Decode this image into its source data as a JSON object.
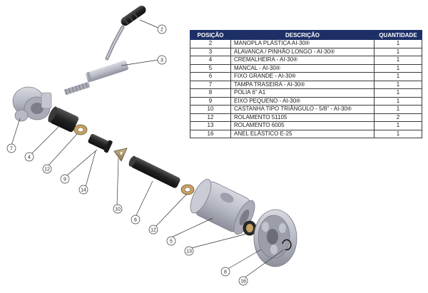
{
  "table": {
    "headers": {
      "position": "POSIÇÃO",
      "description": "DESCRIÇÃO",
      "quantity": "QUANTIDADE"
    },
    "rows": [
      {
        "pos": "2",
        "desc": "MANOPLA PLÁSTICA AI-30®",
        "qty": "1"
      },
      {
        "pos": "3",
        "desc": "ALAVANCA / PINHÃO LONGO - AI-30®",
        "qty": "1"
      },
      {
        "pos": "4",
        "desc": "CREMALHEIRA - AI-30®",
        "qty": "1"
      },
      {
        "pos": "5",
        "desc": "MANCAL - AI-30®",
        "qty": "1"
      },
      {
        "pos": "6",
        "desc": "FIXO GRANDE - AI-30®",
        "qty": "1"
      },
      {
        "pos": "7",
        "desc": "TAMPA TRASEIRA - AI-30®",
        "qty": "1"
      },
      {
        "pos": "8",
        "desc": "POLIA 6\" A1",
        "qty": "1"
      },
      {
        "pos": "9",
        "desc": "EIXO PEQUENO - AI-30®",
        "qty": "1"
      },
      {
        "pos": "10",
        "desc": "CASTANHA TIPO TRIÂNGULO - 5/8\" - AI-30®",
        "qty": "1"
      },
      {
        "pos": "12",
        "desc": "ROLAMENTO 51105",
        "qty": "2"
      },
      {
        "pos": "13",
        "desc": "ROLAMENTO 6005",
        "qty": "1"
      },
      {
        "pos": "16",
        "desc": "ANEL ELÁSTICO E-25",
        "qty": "1"
      }
    ]
  },
  "callouts": {
    "c2": "2",
    "c3": "3",
    "c7": "7",
    "c4": "4",
    "c12a": "12",
    "c9": "9",
    "c14": "14",
    "c10": "10",
    "c6": "6",
    "c12b": "12",
    "c5": "5",
    "c13": "13",
    "c8": "8",
    "c16": "16"
  },
  "colors": {
    "header_bg": "#1d2f66",
    "part_gray": "#b9bcc6",
    "part_dark": "#2a2a2a"
  }
}
